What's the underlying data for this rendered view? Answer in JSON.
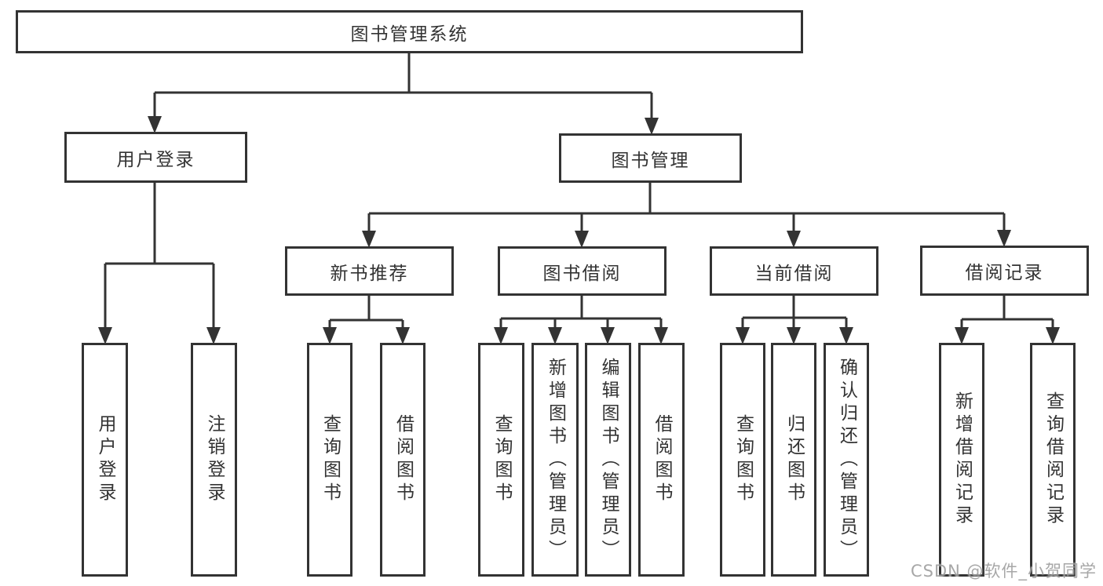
{
  "diagram": {
    "type": "hierarchy-tree",
    "colors": {
      "line": "#333333",
      "box_border": "#333333",
      "box_bg": "#ffffff",
      "text": "#333333",
      "watermark": "#9e9e9e"
    },
    "tree": {
      "label": "图书管理系统",
      "children": [
        {
          "label": "用户登录",
          "children": [
            {
              "label": "用户登录"
            },
            {
              "label": "注销登录"
            }
          ]
        },
        {
          "label": "图书管理",
          "children": [
            {
              "label": "新书推荐",
              "children": [
                {
                  "label": "查询图书"
                },
                {
                  "label": "借阅图书"
                }
              ]
            },
            {
              "label": "图书借阅",
              "children": [
                {
                  "label": "查询图书"
                },
                {
                  "label": "新增图书（管理员）"
                },
                {
                  "label": "编辑图书（管理员）"
                },
                {
                  "label": "借阅图书"
                }
              ]
            },
            {
              "label": "当前借阅",
              "children": [
                {
                  "label": "查询图书"
                },
                {
                  "label": "归还图书"
                },
                {
                  "label": "确认归还（管理员）"
                }
              ]
            },
            {
              "label": "借阅记录",
              "children": [
                {
                  "label": "新增借阅记录"
                },
                {
                  "label": "查询借阅记录"
                }
              ]
            }
          ]
        }
      ]
    },
    "watermark": {
      "text": "CSDN @软件_小贺同学"
    }
  }
}
